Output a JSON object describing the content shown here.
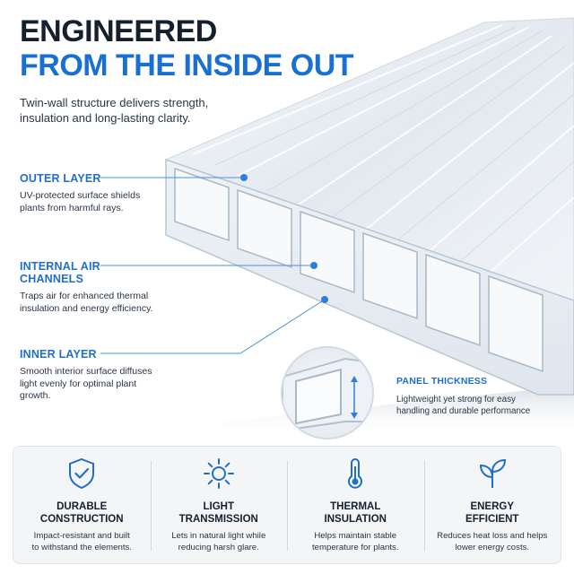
{
  "headline": {
    "line1": "ENGINEERED",
    "line2": "FROM THE INSIDE OUT"
  },
  "subheading": "Twin-wall structure delivers strength, insulation and long-lasting clarity.",
  "callouts": [
    {
      "title": "OUTER LAYER",
      "description": "UV-protected surface shields plants from harmful rays."
    },
    {
      "title": "INTERNAL AIR CHANNELS",
      "description": "Traps air for enhanced thermal insulation and energy efficiency."
    },
    {
      "title": "INNER LAYER",
      "description": "Smooth interior surface diffuses light evenly for optimal plant growth."
    }
  ],
  "panel_thickness": {
    "title": "PANEL THICKNESS",
    "description": "Lightweight yet strong for easy handling and durable performance"
  },
  "features": [
    {
      "icon": "shield-check-icon",
      "title": "DURABLE\nCONSTRUCTION",
      "description": "Impact-resistant and built\nto withstand the elements."
    },
    {
      "icon": "sun-icon",
      "title": "LIGHT\nTRANSMISSION",
      "description": "Lets in natural light while\nreducing harsh glare."
    },
    {
      "icon": "thermometer-icon",
      "title": "THERMAL\nINSULATION",
      "description": "Helps maintain stable\ntemperature for plants."
    },
    {
      "icon": "leaf-sprout-icon",
      "title": "ENERGY\nEFFICIENT",
      "description": "Reduces heat loss and helps\nlower energy costs."
    }
  ],
  "colors": {
    "accent": "#1a6fd3",
    "heading": "#15202e",
    "panel_edge": "#b9c6d4"
  }
}
